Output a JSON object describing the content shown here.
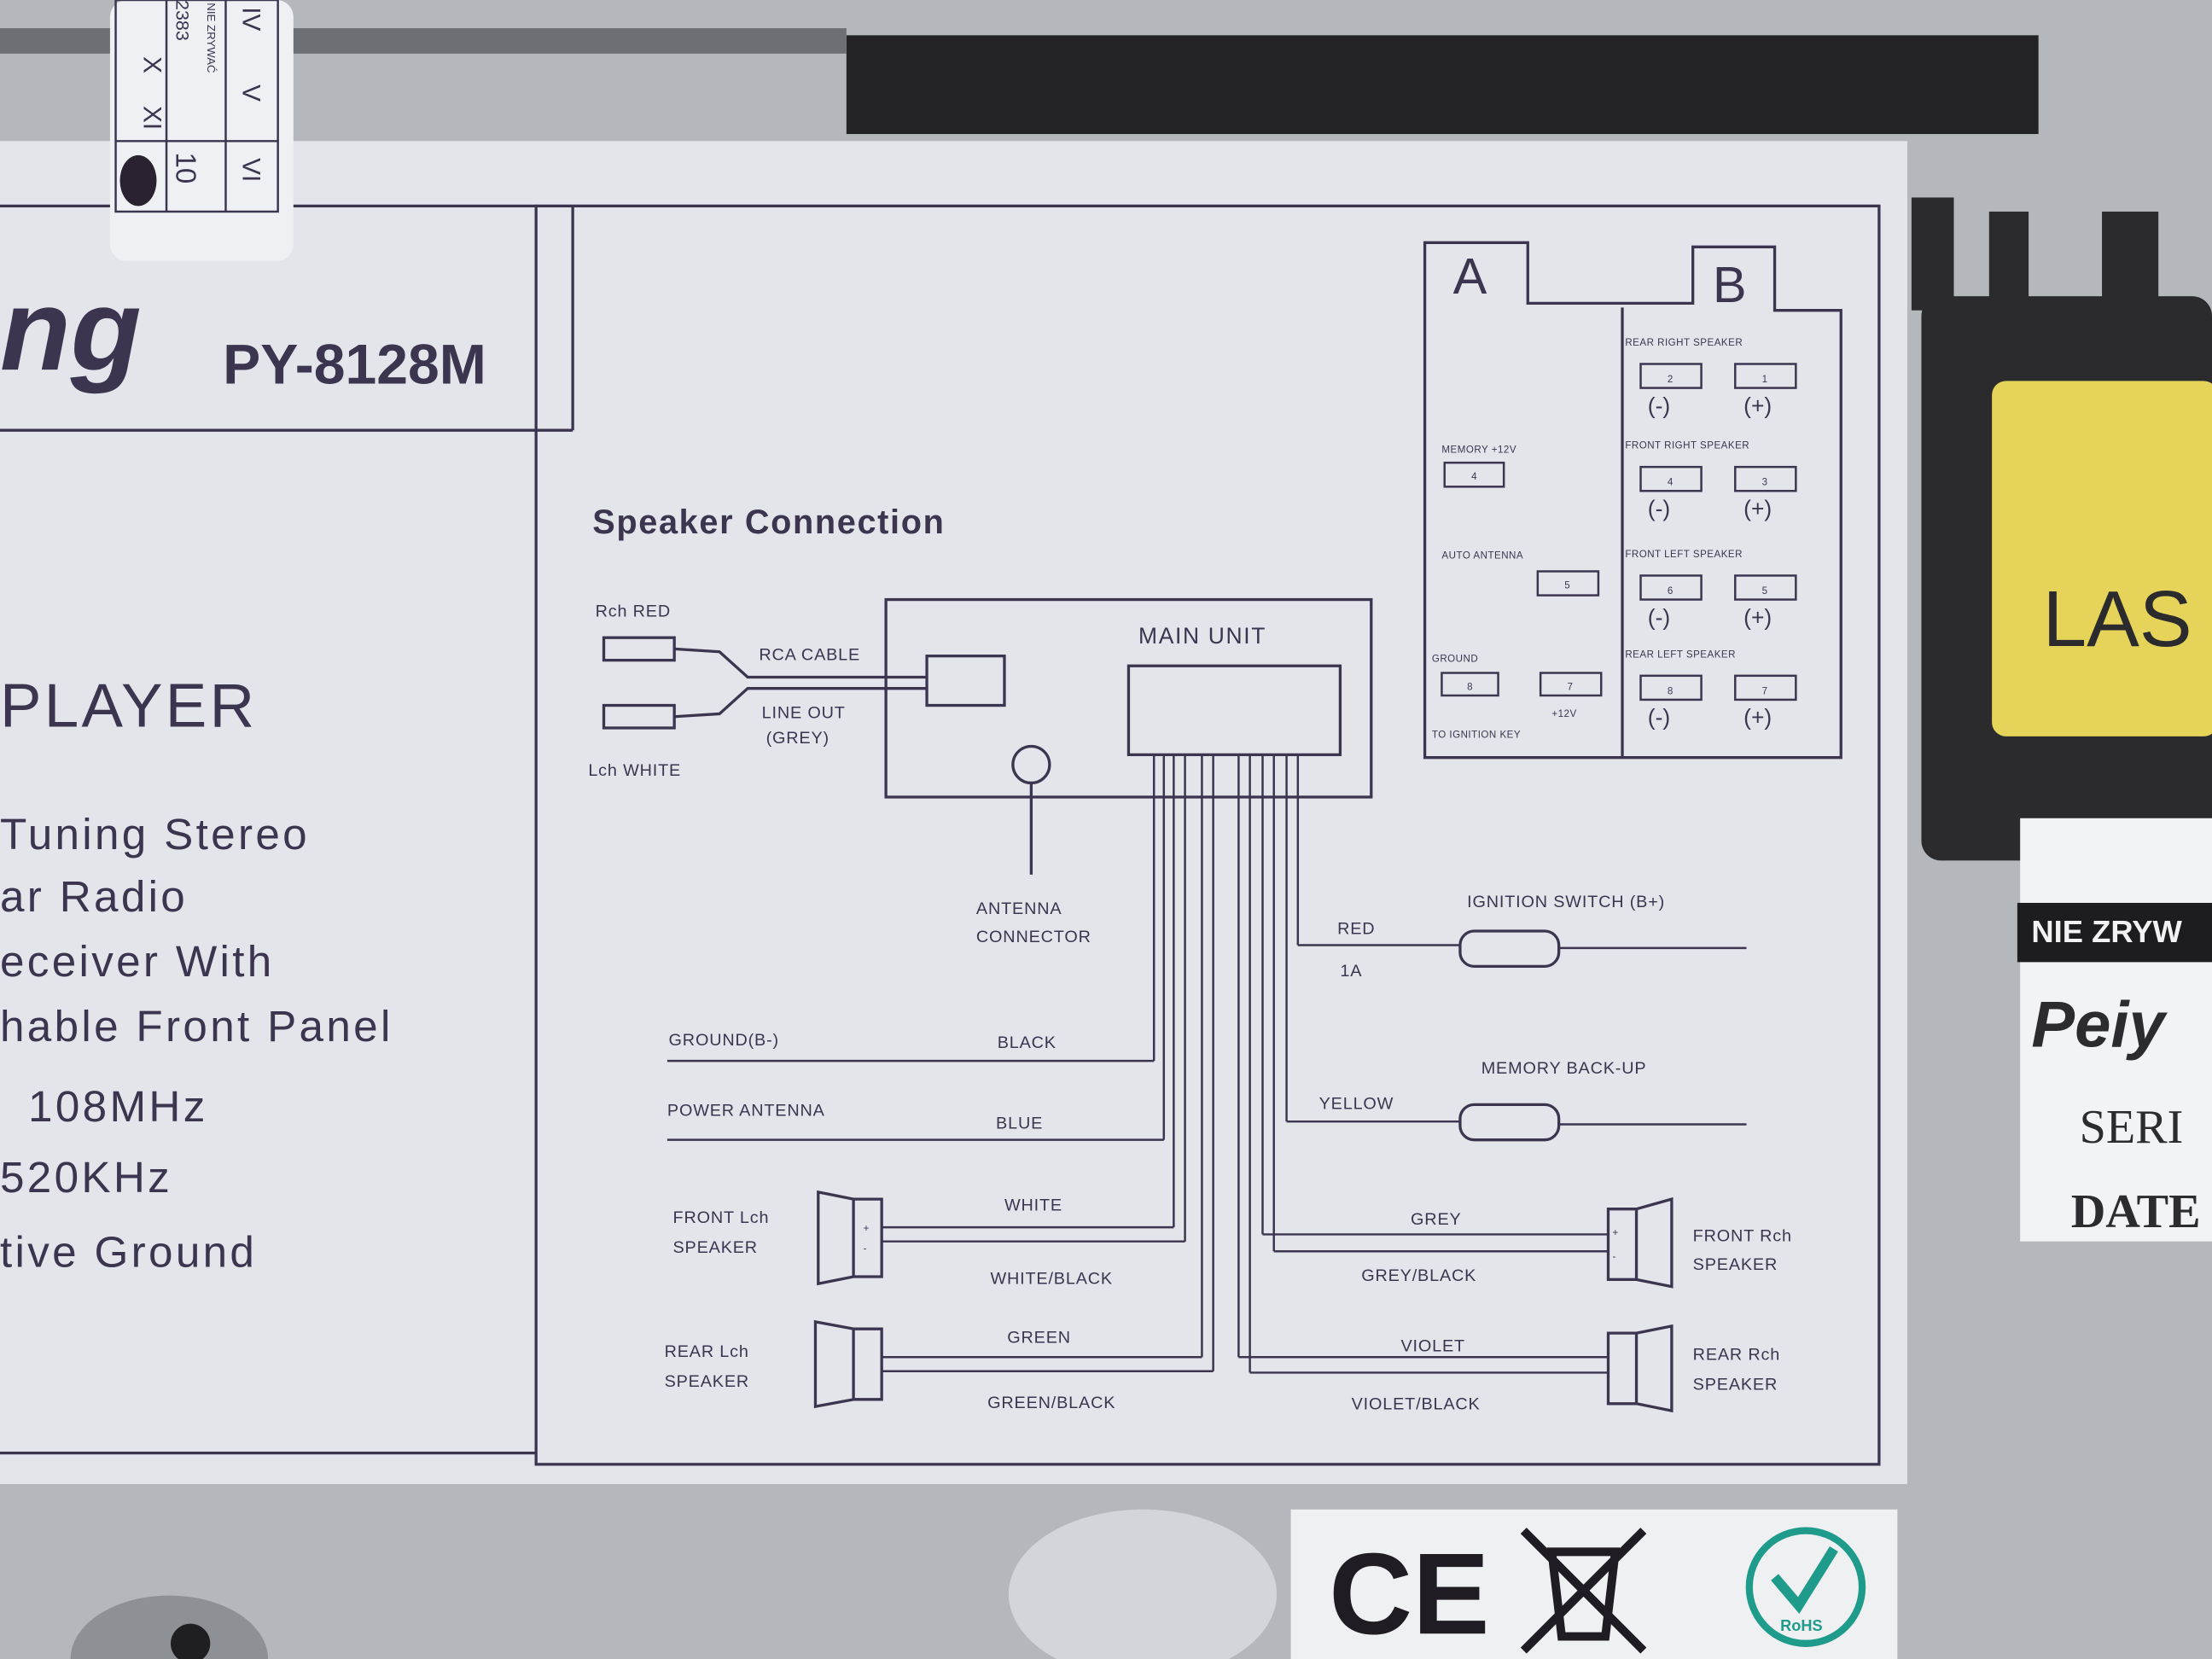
{
  "colors": {
    "ink": "#3b3550",
    "label_bg": "#e3e5ea",
    "chassis": "#b4b8bd",
    "yellow_label": "#e6d35a"
  },
  "sticker": {
    "rows": [
      "X",
      "XI",
      "10",
      "IV",
      "V",
      "VI"
    ],
    "code": "2383",
    "text": "NIE ZRYWAĆ"
  },
  "left_panel": {
    "brand_fragment": "ng",
    "model": "PY-8128M",
    "product": "PLAYER",
    "features": [
      "Tuning Stereo",
      "ar Radio",
      "eceiver With",
      "hable Front Panel",
      "108MHz",
      "520KHz",
      "tive Ground"
    ]
  },
  "diagram": {
    "heading": "Speaker Connection",
    "rca": {
      "rch": "Rch RED",
      "lch": "Lch WHITE",
      "cable": "RCA CABLE",
      "line_out": "LINE OUT",
      "line_out_color": "(GREY)"
    },
    "main_unit": "MAIN UNIT",
    "antenna": [
      "ANTENNA",
      "CONNECTOR"
    ],
    "left_wires": [
      {
        "label": "GROUND(B-)",
        "color": "BLACK"
      },
      {
        "label": "POWER ANTENNA",
        "color": "BLUE"
      }
    ],
    "left_speakers": [
      {
        "name": [
          "FRONT Lch",
          "SPEAKER"
        ],
        "plus": "WHITE",
        "minus": "WHITE/BLACK"
      },
      {
        "name": [
          "REAR Lch",
          "SPEAKER"
        ],
        "plus": "GREEN",
        "minus": "GREEN/BLACK"
      }
    ],
    "right_wires": [
      {
        "label": "IGNITION SWITCH (B+)",
        "color": "RED",
        "fuse": "1A"
      },
      {
        "label": "MEMORY BACK-UP",
        "color": "YELLOW"
      }
    ],
    "right_speakers": [
      {
        "name": [
          "FRONT Rch",
          "SPEAKER"
        ],
        "plus": "GREY",
        "minus": "GREY/BLACK"
      },
      {
        "name": [
          "REAR Rch",
          "SPEAKER"
        ],
        "plus": "VIOLET",
        "minus": "VIOLET/BLACK"
      }
    ],
    "speaker_pol": [
      "+",
      "-"
    ]
  },
  "connector": {
    "a": {
      "title": "A",
      "memory": "MEMORY +12V",
      "memory_pin": "4",
      "auto_antenna": "AUTO ANTENNA",
      "auto_antenna_pin": "5",
      "ground": "GROUND",
      "ground_pin": "8",
      "ign_pin": "7",
      "ign_v": "+12V",
      "ign_label": "TO IGNITION KEY"
    },
    "b": {
      "title": "B",
      "neg": "(-)",
      "pos": "(+)",
      "rows": [
        {
          "label": "REAR RIGHT SPEAKER",
          "neg_pin": "2",
          "pos_pin": "1"
        },
        {
          "label": "FRONT RIGHT SPEAKER",
          "neg_pin": "4",
          "pos_pin": "3"
        },
        {
          "label": "FRONT LEFT SPEAKER",
          "neg_pin": "6",
          "pos_pin": "5"
        },
        {
          "label": "REAR LEFT SPEAKER",
          "neg_pin": "8",
          "pos_pin": "7"
        }
      ]
    }
  },
  "side_labels": {
    "yellow": "LAS",
    "warning": "NIE ZRYW",
    "brand": "Peiy",
    "serial": "SERI",
    "date": "DATE"
  },
  "marks": {
    "ce": "CE",
    "rohs": "RoHS"
  }
}
